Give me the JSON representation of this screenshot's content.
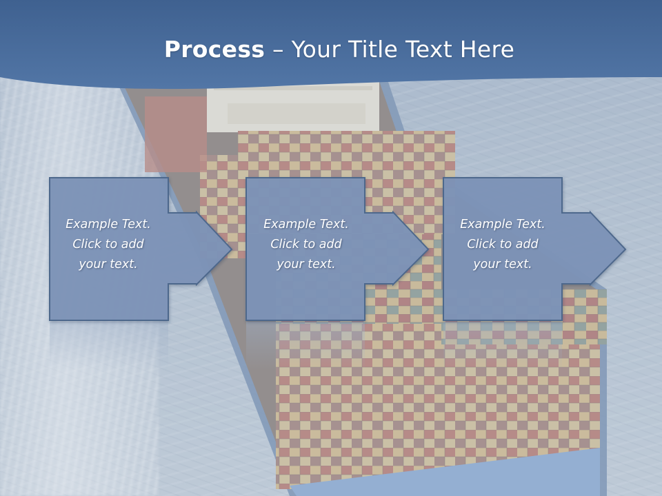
{
  "title": {
    "bold": "Process",
    "rest": " – Your Title Text Here"
  },
  "steps": [
    {
      "lines": [
        "Example Text.",
        "Click  to add",
        "your text."
      ]
    },
    {
      "lines": [
        "Example Text.",
        "Click  to add",
        "your text."
      ]
    },
    {
      "lines": [
        "Example Text.",
        "Click  to add",
        "your text."
      ]
    }
  ],
  "colors": {
    "header": "#44699a",
    "box_fill": "#7d94b7",
    "box_stroke": "#4e678c"
  }
}
